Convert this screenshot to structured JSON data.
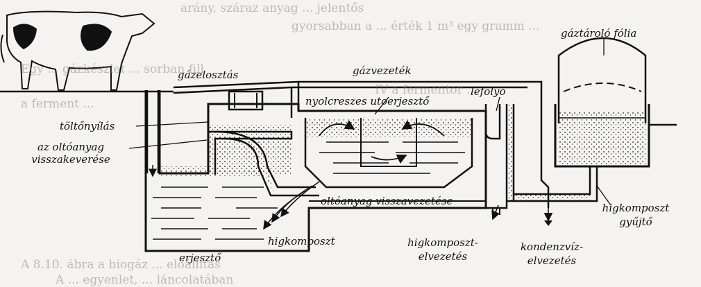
{
  "background_text": [
    "arány, száraz anyag ... jelentős",
    "gyorsabban a ... érték 1 m³ egy gramm ...",
    "Egy ... gázkészlet ... sorban fill",
    "IV a fermentor ...",
    "a ferment ...",
    "A 8.10. ábra a biogáz ... előállítás",
    "A ... egyenlet, ... láncolatában"
  ],
  "labels": {
    "gas_distribution": "gázelosztás",
    "gas_pipe": "gázvezeték",
    "fill_opening": "töltőnyílás",
    "inoculum_remix_1": "az oltóanyag",
    "inoculum_remix_2": "visszakeverése",
    "post_fermenter": "nyolcreszes utoerjesztő",
    "drain": "lefolyó",
    "gas_holder_film": "gáztároló fólia",
    "inoculum_return": "oltóanyag visszavezetése",
    "liquid_compost": "higkomposzt",
    "fermenter": "erjesztő",
    "liquid_compost_drain_1": "higkomposzt-",
    "liquid_compost_drain_2": "elvezetés",
    "condensate_drain_1": "kondenzvíz-",
    "condensate_drain_2": "elvezetés",
    "liquid_compost_collector_1": "higkomposzt",
    "liquid_compost_collector_2": "gyűjtő"
  }
}
